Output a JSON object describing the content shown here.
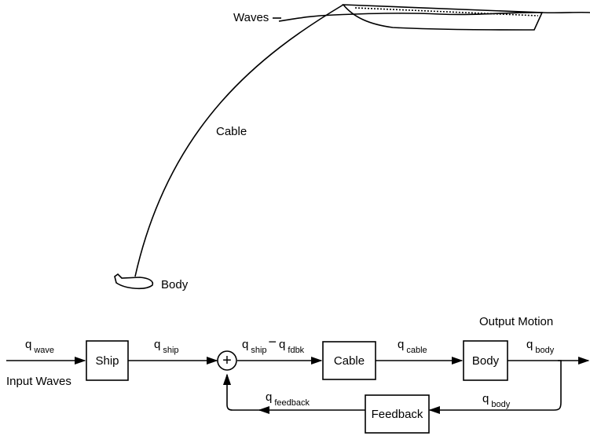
{
  "scene": {
    "waves_label": "Waves",
    "cable_label": "Cable",
    "body_label": "Body"
  },
  "block_diagram": {
    "blocks": {
      "ship": "Ship",
      "cable": "Cable",
      "body": "Body",
      "feedback": "Feedback"
    },
    "input_label": "Input Waves",
    "output_label": "Output Motion",
    "signals": {
      "wave": {
        "base": "q",
        "sub": "wave"
      },
      "ship": {
        "base": "q",
        "sub": "ship"
      },
      "sum_ship": {
        "base": "q",
        "sub": "ship"
      },
      "sum_minus": "−",
      "sum_fdbk": {
        "base": "q",
        "sub": "fdbk"
      },
      "cable": {
        "base": "q",
        "sub": "cable"
      },
      "body_out": {
        "base": "q",
        "sub": "body"
      },
      "body_fb": {
        "base": "q",
        "sub": "body"
      },
      "feedback": {
        "base": "q",
        "sub": "feedback"
      }
    },
    "summing_symbol": "+"
  }
}
